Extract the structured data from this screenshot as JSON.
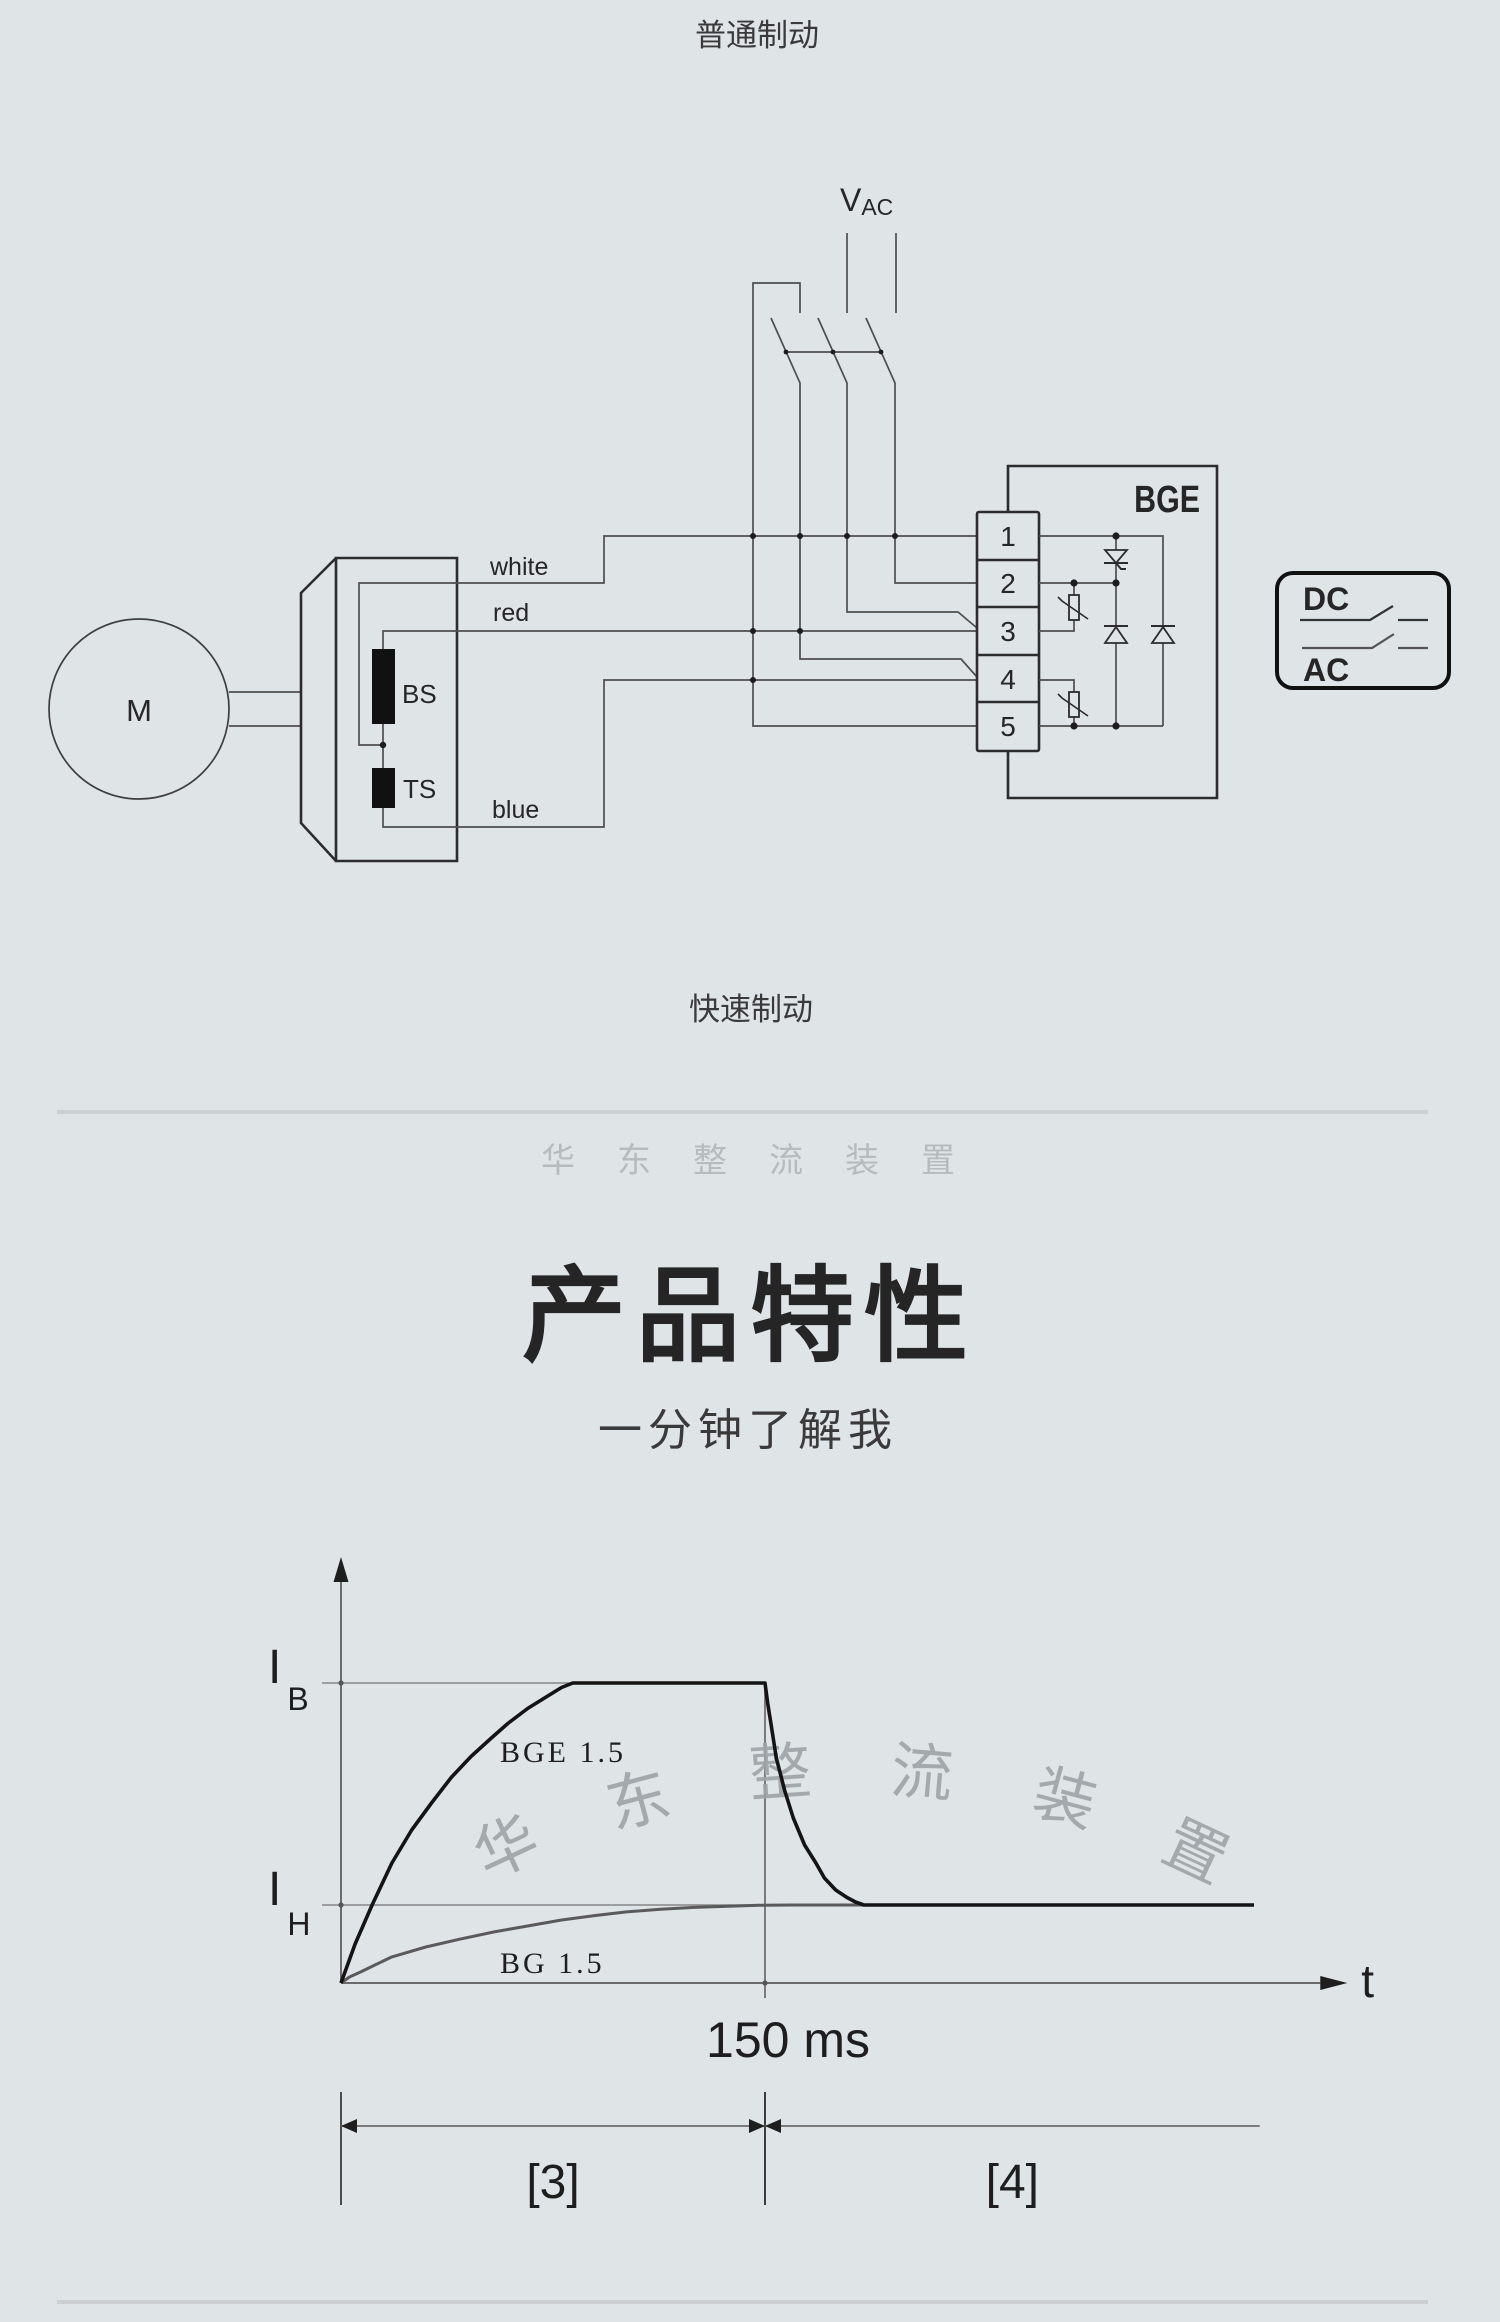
{
  "theme": {
    "background": "#dfe4e7",
    "line": "#2c2c2c",
    "watermark": "#9ea4a8",
    "divider": "#cdd0d3"
  },
  "section_normal_brake": {
    "caption": "普通制动"
  },
  "schematic": {
    "supply_label": {
      "main": "V",
      "sub": "AC"
    },
    "motor_label": "M",
    "coils": {
      "brake": "BS",
      "partial": "TS"
    },
    "wires": {
      "white": "white",
      "red": "red",
      "blue": "blue"
    },
    "rectifier_label": "BGE",
    "terminals": [
      "1",
      "2",
      "3",
      "4",
      "5"
    ],
    "switch_box": {
      "top": "DC",
      "bottom": "AC"
    }
  },
  "section_fast_brake": {
    "caption": "快速制动"
  },
  "brand_divider": {
    "chars": [
      "华",
      "东",
      "整",
      "流",
      "装",
      "置"
    ]
  },
  "features": {
    "title": "产品特性",
    "subtitle": "一分钟了解我"
  },
  "watermark": {
    "chars": [
      "华",
      "东",
      "整",
      "流",
      "装",
      "置"
    ]
  },
  "chart_data": {
    "type": "line",
    "title": "",
    "xlabel": "t",
    "ylabel": "",
    "x_unit": "ms",
    "y_unit": "fraction of I_B",
    "xlim": [
      0,
      356
    ],
    "ylim": [
      0,
      1.42
    ],
    "grid": false,
    "legend": "inline labels",
    "y_reference_lines": [
      {
        "label": "I",
        "sub": "B",
        "value": 1.0,
        "x_extent": [
          0,
          150
        ]
      },
      {
        "label": "I",
        "sub": "H",
        "value": 0.26,
        "x_extent": [
          0,
          185
        ]
      }
    ],
    "x_markers": [
      {
        "label": "150 ms",
        "value": 150
      }
    ],
    "series": [
      {
        "name": "BGE 1.5",
        "points": [
          [
            0,
            0
          ],
          [
            5,
            0.13
          ],
          [
            11,
            0.26
          ],
          [
            18,
            0.4
          ],
          [
            25,
            0.51
          ],
          [
            32,
            0.6
          ],
          [
            39,
            0.685
          ],
          [
            46,
            0.755
          ],
          [
            53,
            0.815
          ],
          [
            59,
            0.865
          ],
          [
            66,
            0.915
          ],
          [
            72,
            0.95
          ],
          [
            78,
            0.985
          ],
          [
            82,
            1.0
          ],
          [
            150,
            1.0
          ],
          [
            151,
            0.93
          ],
          [
            152,
            0.87
          ],
          [
            154,
            0.75
          ],
          [
            157,
            0.64
          ],
          [
            160,
            0.55
          ],
          [
            164,
            0.46
          ],
          [
            168,
            0.4
          ],
          [
            171,
            0.35
          ],
          [
            175,
            0.31
          ],
          [
            179,
            0.285
          ],
          [
            182,
            0.27
          ],
          [
            185,
            0.26
          ],
          [
            323,
            0.26
          ]
        ]
      },
      {
        "name": "BG 1.5",
        "points": [
          [
            0,
            0
          ],
          [
            3,
            0.02
          ],
          [
            7,
            0.037
          ],
          [
            12,
            0.06
          ],
          [
            18,
            0.087
          ],
          [
            30,
            0.12
          ],
          [
            42,
            0.146
          ],
          [
            54,
            0.17
          ],
          [
            66,
            0.19
          ],
          [
            78,
            0.21
          ],
          [
            90,
            0.225
          ],
          [
            101,
            0.237
          ],
          [
            113,
            0.246
          ],
          [
            125,
            0.252
          ],
          [
            137,
            0.256
          ],
          [
            148,
            0.259
          ],
          [
            160,
            0.26
          ],
          [
            185,
            0.26
          ]
        ]
      }
    ],
    "spans": [
      {
        "label": "[3]",
        "from": 0,
        "to": 150,
        "open_end": false
      },
      {
        "label": "[4]",
        "from": 150,
        "to": 325,
        "open_end": true
      }
    ]
  }
}
